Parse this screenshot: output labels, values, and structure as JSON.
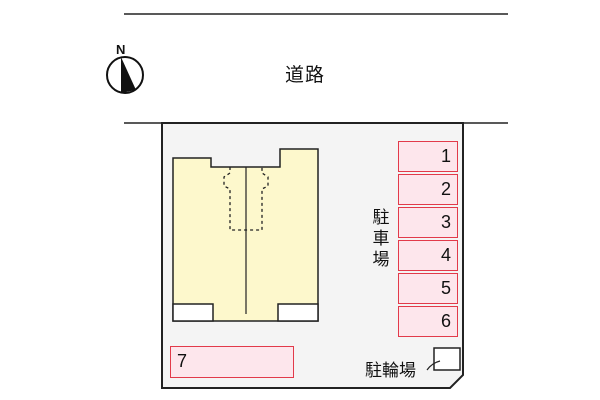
{
  "map": {
    "road_label": "道路",
    "compass": {
      "icon": "north-arrow-icon",
      "label": "N"
    },
    "parking_label": "駐車場",
    "bicycle_parking_label": "駐輪場",
    "parking_slots": [
      {
        "number": "1"
      },
      {
        "number": "2"
      },
      {
        "number": "3"
      },
      {
        "number": "4"
      },
      {
        "number": "5"
      },
      {
        "number": "6"
      }
    ],
    "extra_slot": {
      "number": "7"
    },
    "colors": {
      "lot_fill": "#f4f4f4",
      "building_fill": "#fdf8cc",
      "slot_fill": "#fde6ec",
      "slot_border": "#e23a4a",
      "line": "#222222"
    }
  }
}
